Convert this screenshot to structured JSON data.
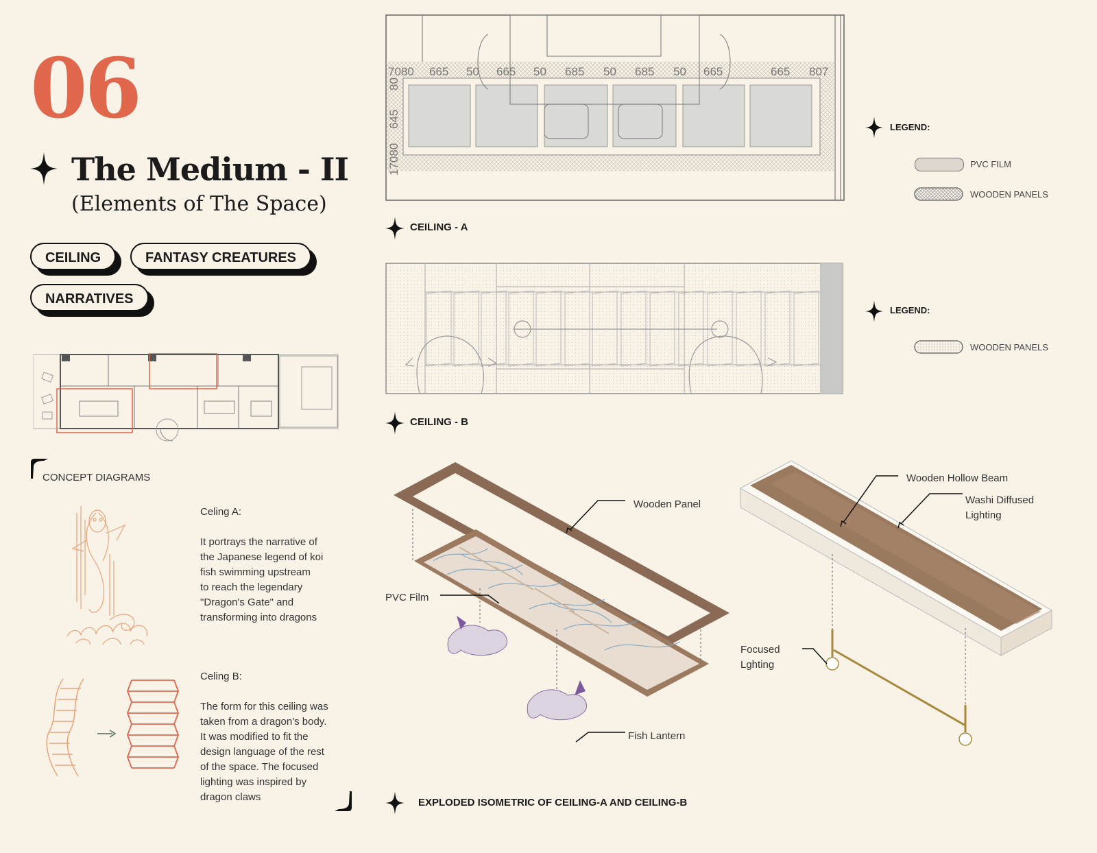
{
  "header": {
    "number": "06",
    "title": "The Medium - II",
    "subtitle": "(Elements of The Space)"
  },
  "tags": [
    "CEILING",
    "FANTASY CREATURES",
    "NARRATIVES"
  ],
  "concept": {
    "heading": "CONCEPT DIAGRAMS",
    "ceiling_a_title": "Celing A:",
    "ceiling_a_text": [
      "It portrays the narrative of",
      "the Japanese legend of koi",
      "fish swimming upstream",
      "to reach the legendary",
      "\"Dragon's Gate\" and",
      "transforming into dragons"
    ],
    "ceiling_b_title": "Celing B:",
    "ceiling_b_text": [
      "The form for this ceiling was",
      "taken from a dragon's body.",
      "It was modified to fit the",
      "design language of the rest",
      "of the space. The focused",
      "lighting was inspired by",
      "dragon claws"
    ]
  },
  "ceiling_a": {
    "caption": "CEILING - A",
    "dims_top": [
      "7080",
      "665",
      "50",
      "665",
      "50",
      "685",
      "50",
      "685",
      "50",
      "665",
      "665",
      "807"
    ],
    "dims_left": [
      "80",
      "645",
      "17080"
    ],
    "legend_title": "LEGEND:",
    "legend_items": [
      "PVC FILM",
      "WOODEN PANELS"
    ]
  },
  "ceiling_b": {
    "caption": "CEILING - B",
    "legend_title": "LEGEND:",
    "legend_items": [
      "WOODEN PANELS"
    ]
  },
  "isometric": {
    "caption": "EXPLODED ISOMETRIC OF CEILING-A AND CEILING-B",
    "labels": {
      "wooden_panel": "Wooden Panel",
      "pvc_film": "PVC Film",
      "fish_lantern": "Fish Lantern",
      "wooden_hollow_beam": "Wooden Hollow Beam",
      "washi_1": "Washi Diffused",
      "washi_2": "Lighting",
      "focused_1": "Focused",
      "focused_2": "Lghting"
    }
  },
  "colors": {
    "accent": "#e0664c",
    "background": "#f8f2e7",
    "ink": "#111111",
    "wood": "#8a6a55",
    "sketch": "#e9a47a"
  }
}
